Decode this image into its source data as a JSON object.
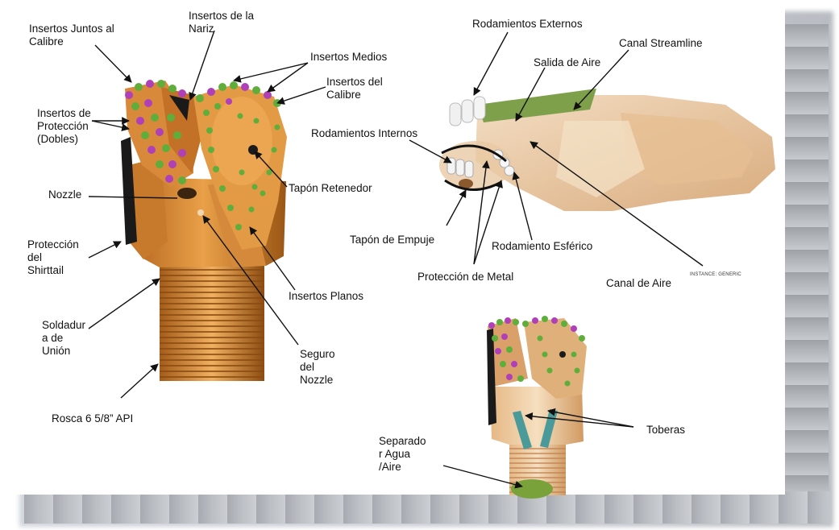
{
  "labels": {
    "insertos_juntos": "Insertos Juntos al\nCalibre",
    "insertos_nariz": "Insertos de la\nNariz",
    "insertos_medios": "Insertos Medios",
    "insertos_calibre": "Insertos del\nCalibre",
    "insertos_proteccion": "Insertos de\nProtección\n(Dobles)",
    "nozzle": "Nozzle",
    "tapon_retenedor": "Tapón Retenedor",
    "proteccion_shirttail": "Protección\ndel\nShirttail",
    "insertos_planos": "Insertos Planos",
    "soldadura": "Soldadur\na de\nUnión",
    "seguro_nozzle": "Seguro\ndel\nNozzle",
    "rosca": "Rosca 6 5/8” API",
    "rodamientos_externos": "Rodamientos Externos",
    "canal_streamline": "Canal Streamline",
    "salida_aire": "Salida de Aire",
    "rodamientos_internos": "Rodamientos Internos",
    "tapon_empuje": "Tapón de Empuje",
    "rodamiento_esferico": "Rodamiento Esférico",
    "proteccion_metal": "Protección de Metal",
    "canal_aire": "Canal de Aire",
    "instance": "INSTANCE: GENERIC",
    "toberas": "Toberas",
    "separador": "Separado\nr Agua\n/Aire"
  },
  "colors": {
    "body_orange": "#d98a34",
    "body_dark": "#a85f1c",
    "insert_green": "#5fae3c",
    "insert_purple": "#b040b8",
    "leader": "#111111"
  }
}
